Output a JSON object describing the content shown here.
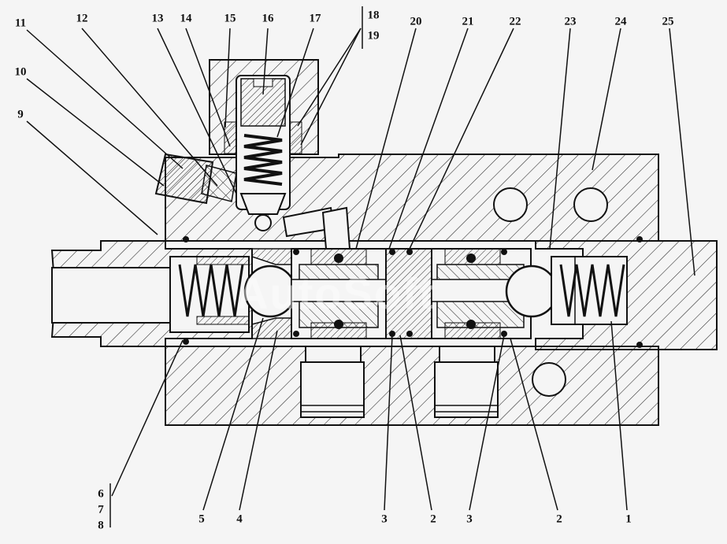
{
  "callouts": {
    "n1": "1",
    "n2a": "2",
    "n2b": "2",
    "n3a": "3",
    "n3b": "3",
    "n4": "4",
    "n5": "5",
    "n6": "6",
    "n7": "7",
    "n8": "8",
    "n9": "9",
    "n10": "10",
    "n11": "11",
    "n12": "12",
    "n13": "13",
    "n14": "14",
    "n15": "15",
    "n16": "16",
    "n17": "17",
    "n18": "18",
    "n19": "19",
    "n20": "20",
    "n21": "21",
    "n22": "22",
    "n23": "23",
    "n24": "24",
    "n25": "25"
  },
  "watermark": "AutoSoft",
  "colors": {
    "line": "#111111",
    "background": "#f5f5f5",
    "hatch": "#222222"
  }
}
